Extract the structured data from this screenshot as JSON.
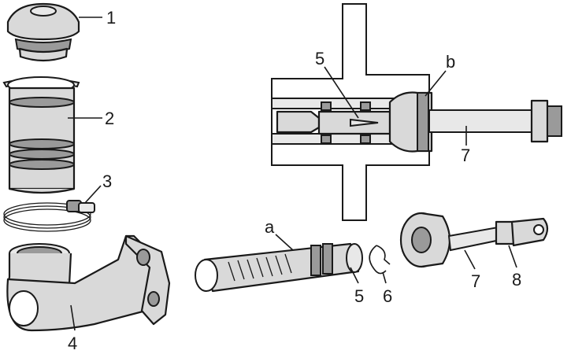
{
  "labels": {
    "l1": "1",
    "l2": "2",
    "l3": "3",
    "l4": "4",
    "l5_main": "5",
    "l5_section": "5",
    "l6": "6",
    "l7_main": "7",
    "l7_section": "7",
    "l8": "8",
    "la": "a",
    "lb": "b"
  },
  "colors": {
    "line": "#1a1a1a",
    "fill_light": "#e8e8e8",
    "fill_mid": "#d9d9d9",
    "fill_dark": "#9a9a9a",
    "background": "#ffffff"
  }
}
